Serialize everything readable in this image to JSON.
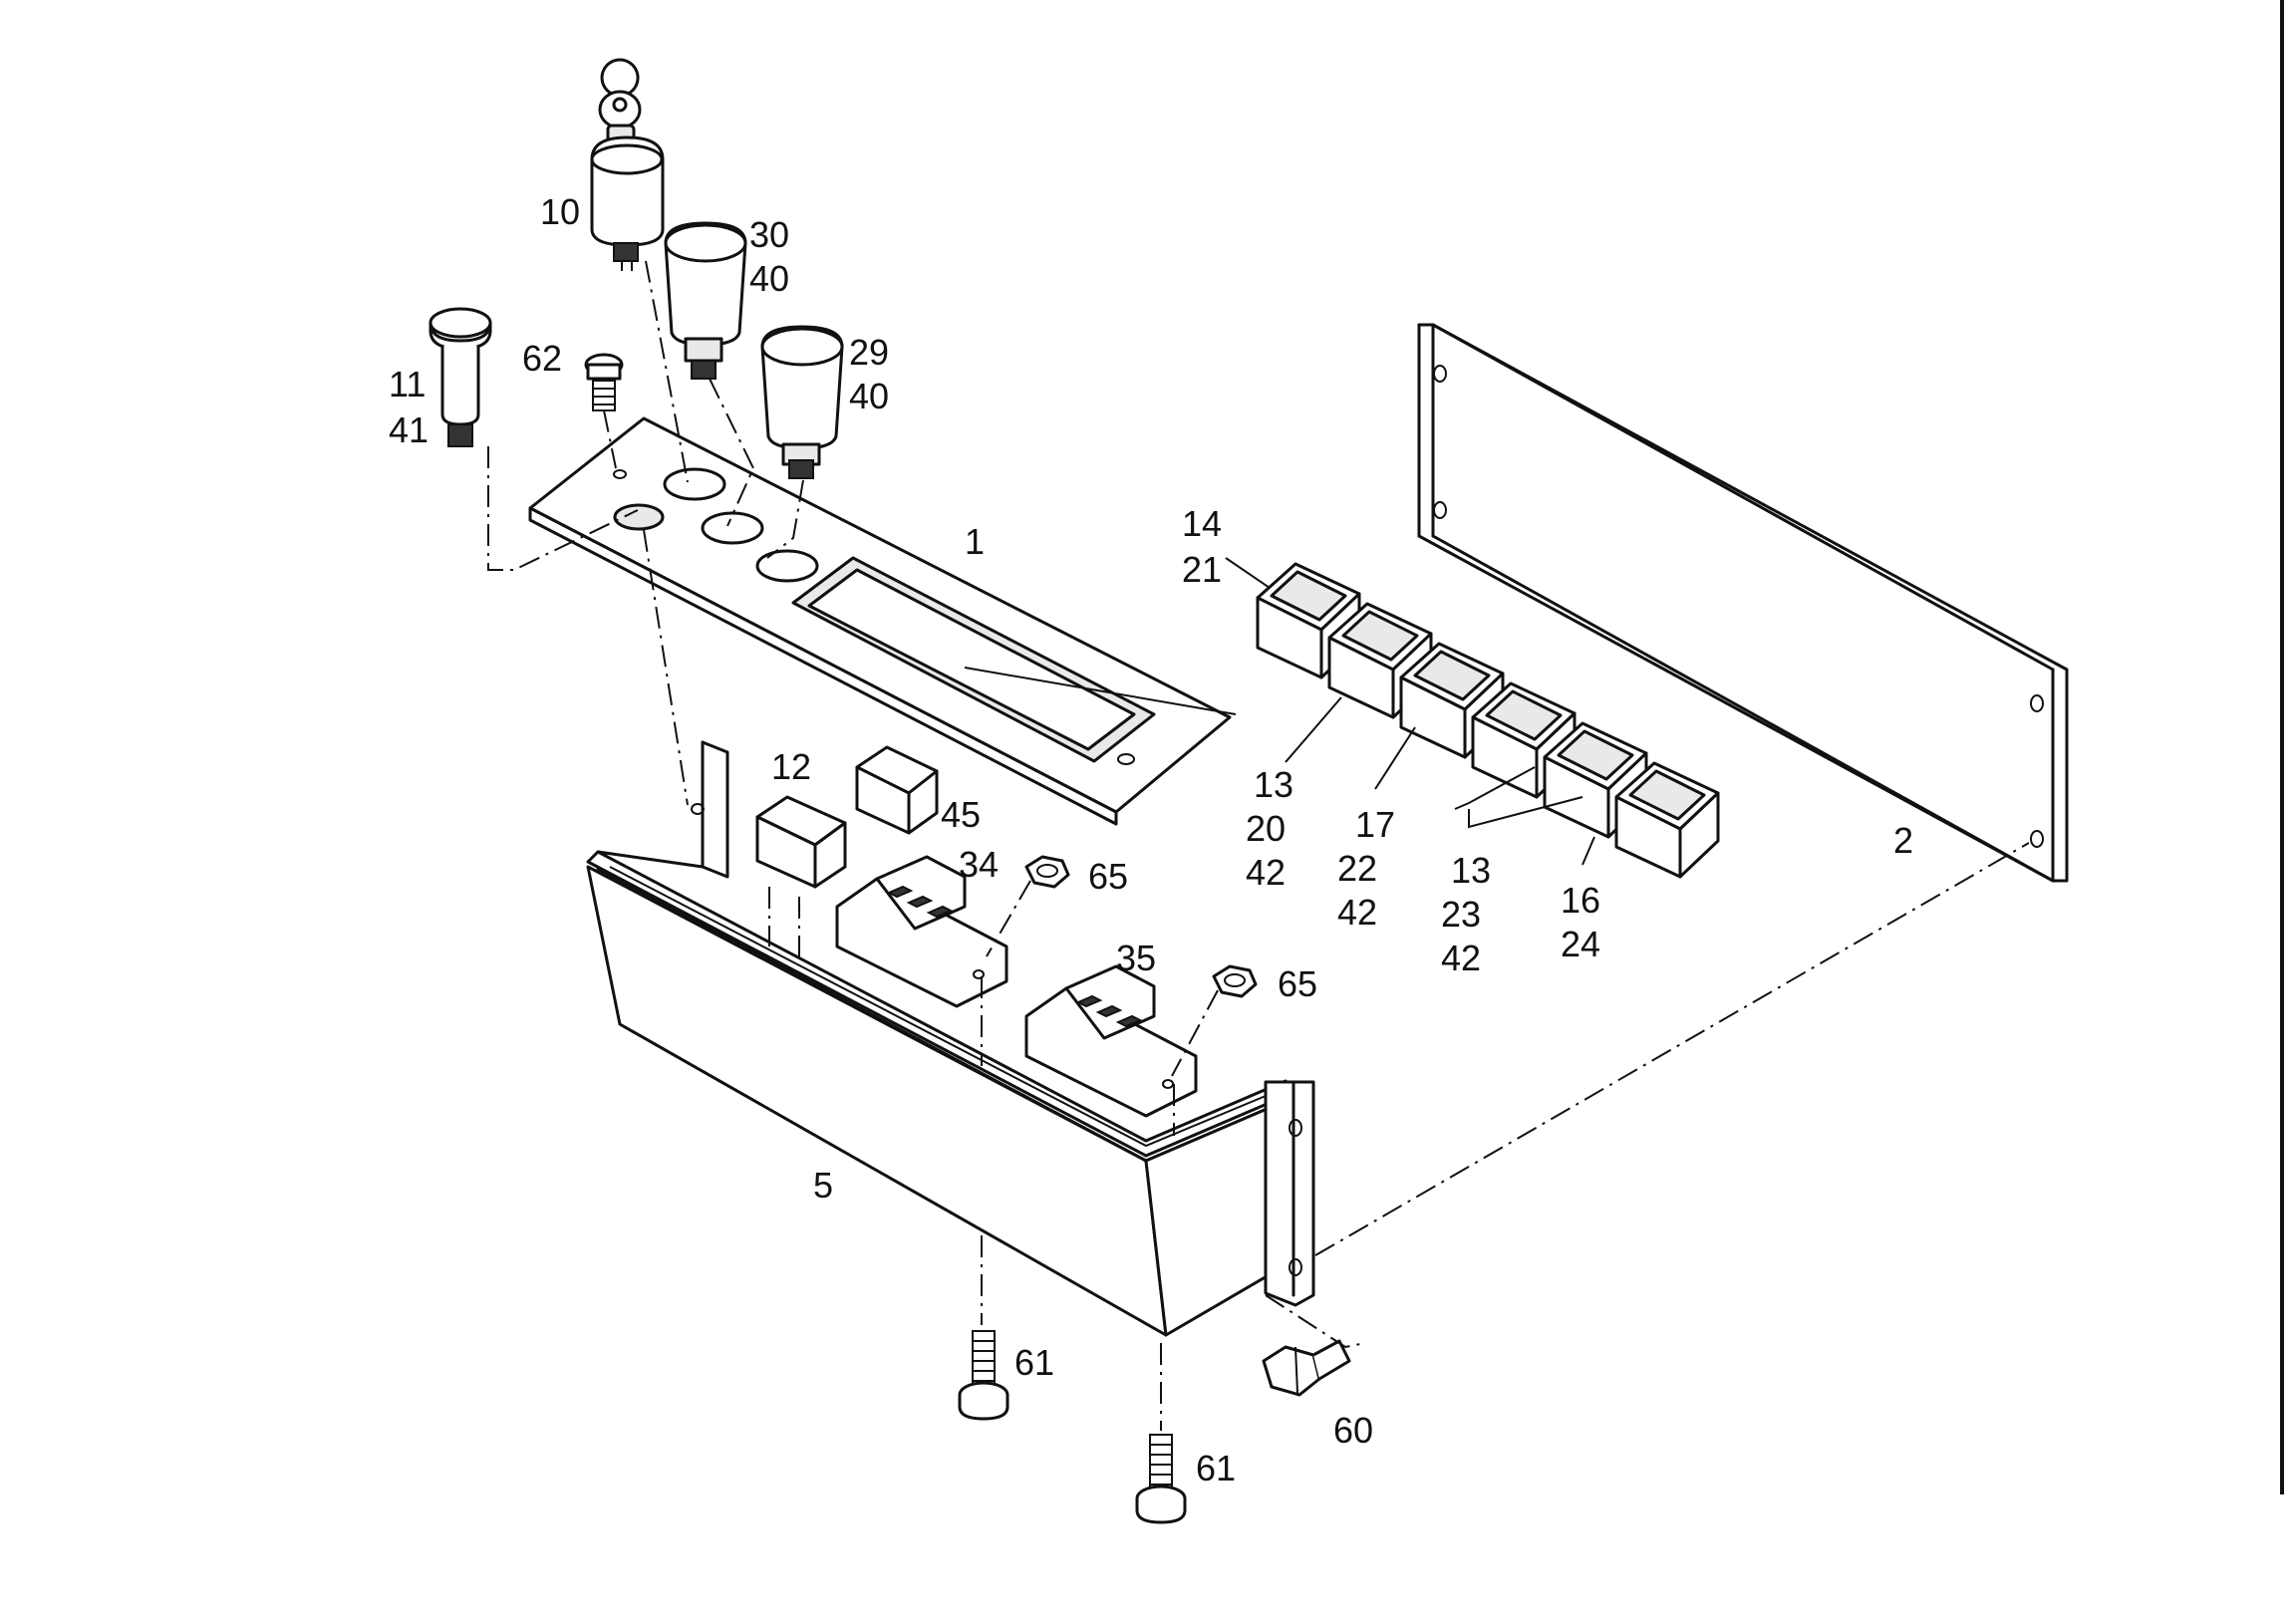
{
  "callouts": {
    "c1": "1",
    "c2": "2",
    "c5": "5",
    "c10": "10",
    "c11": "11",
    "c41": "41",
    "c62": "62",
    "c30": "30",
    "c40a": "40",
    "c29": "29",
    "c40b": "40",
    "c14": "14",
    "c21": "21",
    "c13a": "13",
    "c20": "20",
    "c42a": "42",
    "c17": "17",
    "c22": "22",
    "c42b": "42",
    "c13b": "13",
    "c23": "23",
    "c42c": "42",
    "c16": "16",
    "c24": "24",
    "c12": "12",
    "c45": "45",
    "c34": "34",
    "c65a": "65",
    "c35": "35",
    "c65b": "65",
    "c61a": "61",
    "c61b": "61",
    "c60": "60"
  }
}
